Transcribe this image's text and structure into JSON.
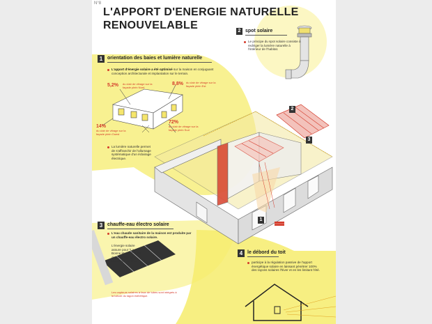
{
  "folio": "N°8",
  "title": {
    "line1": "L'APPORT D'ENERGIE NATURELLE",
    "line2": "RENOUVELABLE"
  },
  "section1": {
    "number": "1",
    "heading": "orientation des baies et lumière naturelle",
    "intro_bold": "L'apport d'énergie solaire a été optimisé",
    "intro_rest": "sur la maison en conjuguant conception architecturale et implantation sur le terrain.",
    "north": {
      "pct": "5,2%",
      "text": "du clair de vitrage sur la façade plein Nord"
    },
    "east": {
      "pct": "8,8%",
      "text": "du clair de vitrage sur la façade plein Est"
    },
    "west": {
      "pct": "14%",
      "text": "du clair de vitrage sur la façade plein Ouest"
    },
    "south": {
      "pct": "72%",
      "text": "du clair de vitrage sur la façade plein Sud"
    },
    "light_text": "La lumière naturelle permet de s'affranchir de l'allumage systématique d'un éclairage électrique."
  },
  "section2": {
    "number": "2",
    "heading": "spot solaire",
    "text": "Le principe du spot solaire consiste à rediriger la lumière naturelle à l'intérieur de l'habitat."
  },
  "section3": {
    "number": "3",
    "heading": "chauffe-eau électro solaire",
    "intro": "L'eau chaude sanitaire de la maison est produite par un chauffe-eau électro solaire.",
    "detail": "L'énergie solaire assure pour \"La Bonne Maison\", 62% des besoins en chauffage de l'eau.",
    "caption": "Les capteurs solaires à faux de tubes sont intégrés à la toiture du lagon esthétique."
  },
  "section4": {
    "number": "4",
    "heading": "le débord du toit",
    "text": "participe à la régulation passive de l'apport énergétique solaire en laissant pénétrer 100% des rayons solaires l'hiver et en les limitant l'été."
  },
  "markers": {
    "m1": "1",
    "m2": "2",
    "m3": "3"
  },
  "colors": {
    "accent_yellow": "#f6ec6c",
    "accent_red": "#d43a2a",
    "wall_gray": "#e4e4e4"
  }
}
